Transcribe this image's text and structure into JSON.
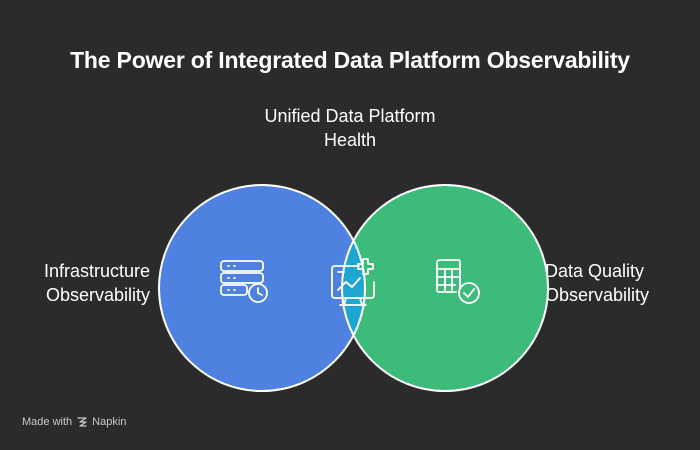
{
  "title": "The Power of Integrated Data Platform Observability",
  "labels": {
    "top_line1": "Unified Data Platform",
    "top_line2": "Health",
    "left_line1": "Infrastructure",
    "left_line2": "Observability",
    "right_line1": "Data Quality",
    "right_line2": "Observability"
  },
  "colors": {
    "background": "#2b2b2b",
    "left_circle": "#4f82e0",
    "right_circle": "#3dbb7a",
    "intersection": "#1fa6d0"
  },
  "icons": {
    "left": "server-clock-icon",
    "center": "monitor-chart-plus-icon",
    "right": "table-check-icon",
    "footer": "napkin-logo-icon"
  },
  "footer": {
    "made_with": "Made with",
    "brand": "Napkin"
  }
}
